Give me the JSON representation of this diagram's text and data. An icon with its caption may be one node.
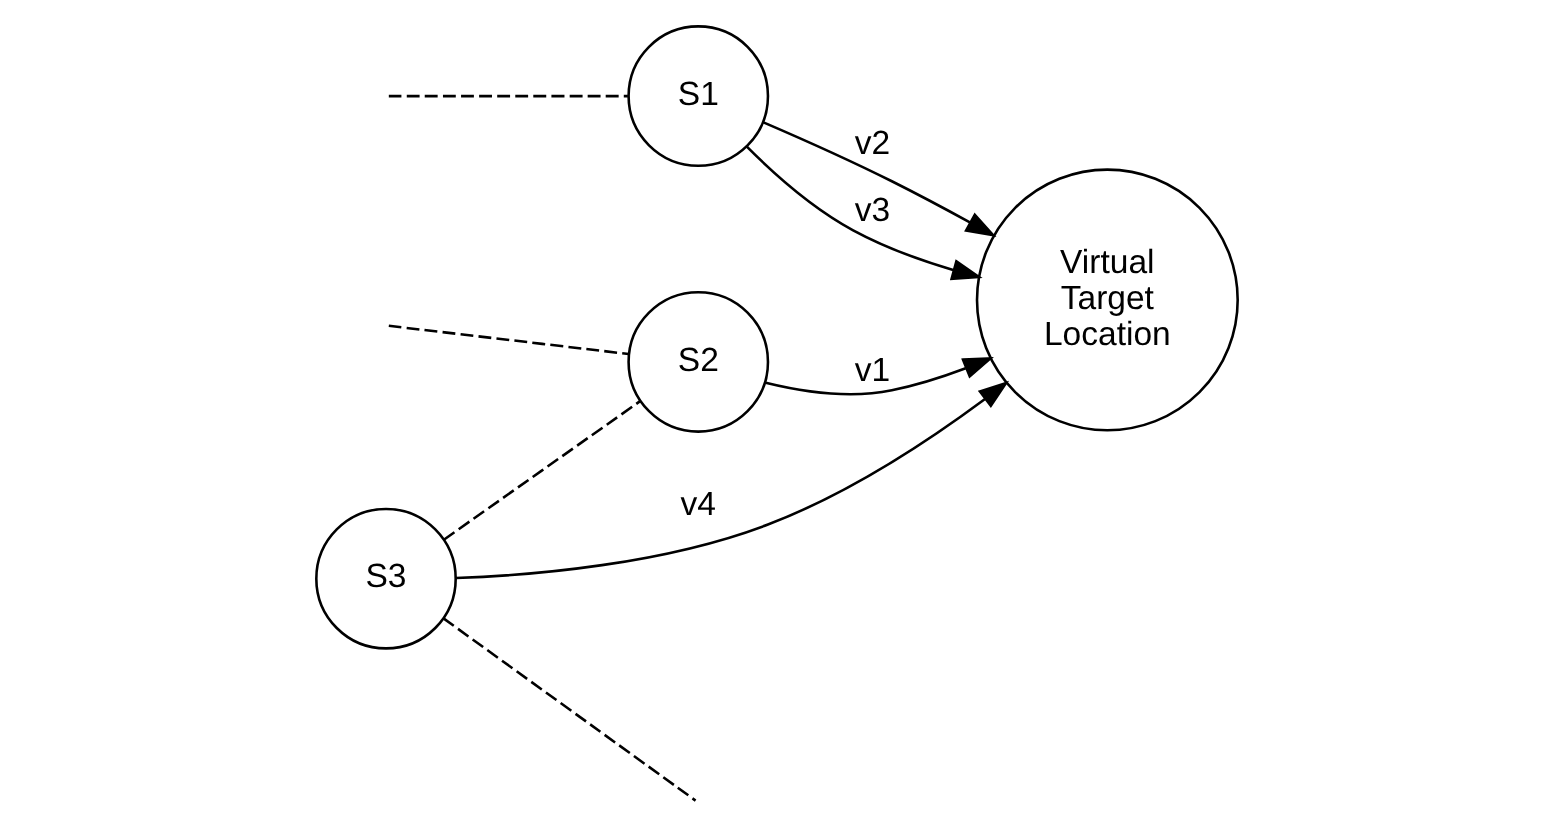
{
  "diagram": {
    "nodes": [
      {
        "text": [
          "S1"
        ]
      },
      {
        "text": [
          "Virtual Target Location"
        ]
      },
      {
        "text": [
          "S3"
        ]
      },
      {
        "text": [
          "S2"
        ]
      }
    ],
    "edges": [
      {
        "from": 0,
        "to": 1,
        "arrow": "to",
        "label": "v2"
      },
      {
        "from": 0,
        "to": 1,
        "arrow": "to",
        "label": "v3"
      },
      {
        "from": 2,
        "to": 1,
        "arrow": "to",
        "label": "v4"
      },
      {
        "from": 3,
        "to": 1,
        "arrow": "to",
        "label": "v1"
      },
      {
        "from": null,
        "to": 0,
        "arrow": "none",
        "style": "dashed"
      },
      {
        "from": 2,
        "to": null,
        "arrow": "none",
        "style": "dashed"
      },
      {
        "from": 2,
        "to": 3,
        "arrow": "none",
        "style": "dashed"
      },
      {
        "from": null,
        "to": 3,
        "arrow": "none",
        "style": "dashed"
      }
    ]
  }
}
